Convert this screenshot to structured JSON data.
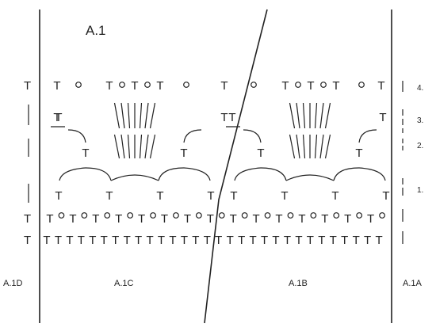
{
  "diagram": {
    "title": "A.1",
    "sections": [
      "A.1D",
      "A.1C",
      "A.1B",
      "A.1A"
    ],
    "row_labels": [
      "4.",
      "3.",
      "2.",
      "1."
    ]
  }
}
